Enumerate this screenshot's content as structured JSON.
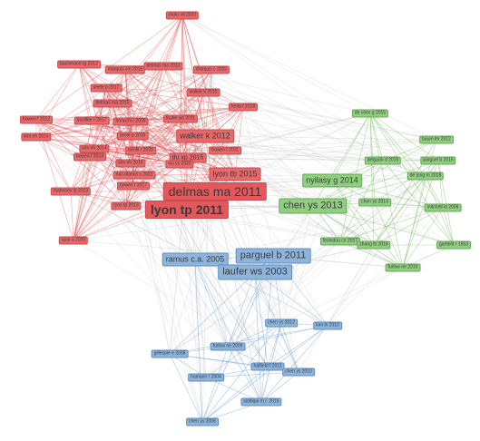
{
  "clusters": {
    "red": {
      "color": "#e8696b",
      "edge": "#e23b3f"
    },
    "green": {
      "color": "#8fcf7f",
      "edge": "#5fb44a"
    },
    "blue": {
      "color": "#8fb4dc",
      "edge": "#4f8fcf"
    },
    "gray": {
      "edge": "#bdbdbd"
    }
  },
  "nodes": [
    {
      "id": "n_delmas",
      "label": "delmas ma 2011",
      "cluster": "red",
      "size": "xl"
    },
    {
      "id": "n_lyontp",
      "label": "lyon tp 2011",
      "cluster": "red",
      "size": "xl",
      "strong": true
    },
    {
      "id": "n_lyontb",
      "label": "lyon tb 2015",
      "cluster": "red",
      "size": "md"
    },
    {
      "id": "n_walker",
      "label": "walker k 2012",
      "cluster": "red",
      "size": "md"
    },
    {
      "id": "n_duxp",
      "label": "du xp 2015",
      "cluster": "red",
      "size": "sm"
    },
    {
      "id": "n_r1",
      "label": "mutu vd 2020",
      "cluster": "red",
      "size": "xs"
    },
    {
      "id": "n_r2",
      "label": "bachmann rg 2012",
      "cluster": "red",
      "size": "xs"
    },
    {
      "id": "n_r3",
      "label": "marquis cm 2015",
      "cluster": "red",
      "size": "xs"
    },
    {
      "id": "n_r4",
      "label": "delmas ma 2013",
      "cluster": "red",
      "size": "xs"
    },
    {
      "id": "n_r5",
      "label": "marquis c 2015",
      "cluster": "red",
      "size": "xs"
    },
    {
      "id": "n_r6",
      "label": "seele p 2017",
      "cluster": "red",
      "size": "xs"
    },
    {
      "id": "n_r7",
      "label": "walker k 2010",
      "cluster": "red",
      "size": "xs"
    },
    {
      "id": "n_r8",
      "label": "delmas ma 2015",
      "cluster": "red",
      "size": "xs"
    },
    {
      "id": "n_r9",
      "label": "testa f 2018",
      "cluster": "red",
      "size": "xs"
    },
    {
      "id": "n_r10",
      "label": "bowen f 2012",
      "cluster": "red",
      "size": "xs"
    },
    {
      "id": "n_r11",
      "label": "bazillier r 2017",
      "cluster": "red",
      "size": "xs"
    },
    {
      "id": "n_r12",
      "label": "horiuchi r 2009",
      "cluster": "red",
      "size": "xs"
    },
    {
      "id": "n_r13",
      "label": "laufer ws 2011",
      "cluster": "red",
      "size": "xs"
    },
    {
      "id": "n_r14",
      "label": "kim eh 2015",
      "cluster": "red",
      "size": "xs"
    },
    {
      "id": "n_r15",
      "label": "seele p 2016",
      "cluster": "red",
      "size": "xs"
    },
    {
      "id": "n_r16",
      "label": "bowen f 2014",
      "cluster": "red",
      "size": "xs"
    },
    {
      "id": "n_r17",
      "label": "torelli r 2020",
      "cluster": "red",
      "size": "xs"
    },
    {
      "id": "n_r18",
      "label": "bowen f 2011",
      "cluster": "red",
      "size": "xs"
    },
    {
      "id": "n_r19",
      "label": "kim eh 2016",
      "cluster": "red",
      "size": "xs"
    },
    {
      "id": "n_r20",
      "label": "ruiz-blanco s 2022",
      "cluster": "red",
      "size": "xs"
    },
    {
      "id": "n_r21",
      "label": "mahoney lg 2013",
      "cluster": "red",
      "size": "xs"
    },
    {
      "id": "n_r22",
      "label": "bowen f 2017",
      "cluster": "red",
      "size": "xs"
    },
    {
      "id": "n_r23",
      "label": "lyon tp 2013",
      "cluster": "red",
      "size": "xs"
    },
    {
      "id": "n_r24",
      "label": "uyar a 2020",
      "cluster": "red",
      "size": "xs"
    },
    {
      "id": "n_r25",
      "label": "kim eh 2014",
      "cluster": "red",
      "size": "xs"
    },
    {
      "id": "n_r26",
      "label": "wu ys 2020",
      "cluster": "red",
      "size": "xs"
    },
    {
      "id": "n_chenys",
      "label": "chen ys 2013",
      "cluster": "green",
      "size": "lg"
    },
    {
      "id": "n_nyilasy",
      "label": "nyilasy g 2014",
      "cluster": "green",
      "size": "md"
    },
    {
      "id": "n_g1",
      "label": "de vries g 2015",
      "cluster": "green",
      "size": "xs"
    },
    {
      "id": "n_g2",
      "label": "baum lm 2012",
      "cluster": "green",
      "size": "xs"
    },
    {
      "id": "n_g3",
      "label": "delgado d 2015",
      "cluster": "green",
      "size": "xs"
    },
    {
      "id": "n_g4",
      "label": "parguel b 2015",
      "cluster": "green",
      "size": "xs"
    },
    {
      "id": "n_g5",
      "label": "de jong m 2018",
      "cluster": "green",
      "size": "xs"
    },
    {
      "id": "n_g6",
      "label": "chen ys 2014",
      "cluster": "green",
      "size": "xs"
    },
    {
      "id": "n_g7",
      "label": "mitchell la 2006",
      "cluster": "green",
      "size": "xs"
    },
    {
      "id": "n_g8",
      "label": "leonidou cn 2017",
      "cluster": "green",
      "size": "xs"
    },
    {
      "id": "n_g9",
      "label": "zhang lb 2018",
      "cluster": "green",
      "size": "xs"
    },
    {
      "id": "n_g10",
      "label": "furlow ne 2010",
      "cluster": "green",
      "size": "xs"
    },
    {
      "id": "n_g11",
      "label": "garfield r 1953",
      "cluster": "green",
      "size": "xs"
    },
    {
      "id": "n_ramus",
      "label": "ramus c.a. 2005",
      "cluster": "blue",
      "size": "md"
    },
    {
      "id": "n_parguel",
      "label": "parguel b 2011",
      "cluster": "blue",
      "size": "lg"
    },
    {
      "id": "n_laufer",
      "label": "laufer ws 2003",
      "cluster": "blue",
      "size": "lg"
    },
    {
      "id": "n_b1",
      "label": "chen ys 2012",
      "cluster": "blue",
      "size": "xs"
    },
    {
      "id": "n_b2",
      "label": "kim ih 2010",
      "cluster": "blue",
      "size": "xs"
    },
    {
      "id": "n_b3",
      "label": "gillespie e 2008",
      "cluster": "blue",
      "size": "xs"
    },
    {
      "id": "n_b4",
      "label": "furlow ne 2009",
      "cluster": "blue",
      "size": "xs"
    },
    {
      "id": "n_b5",
      "label": "hamann r 2004",
      "cluster": "blue",
      "size": "xs"
    },
    {
      "id": "n_b6",
      "label": "hatfield f 2011",
      "cluster": "blue",
      "size": "xs"
    },
    {
      "id": "n_b7",
      "label": "chen ys 2010",
      "cluster": "blue",
      "size": "xs"
    },
    {
      "id": "n_b8",
      "label": "siddiqui m r. 2016",
      "cluster": "blue",
      "size": "xs"
    },
    {
      "id": "n_b9",
      "label": "chen ys 2006",
      "cluster": "blue",
      "size": "xs"
    }
  ]
}
